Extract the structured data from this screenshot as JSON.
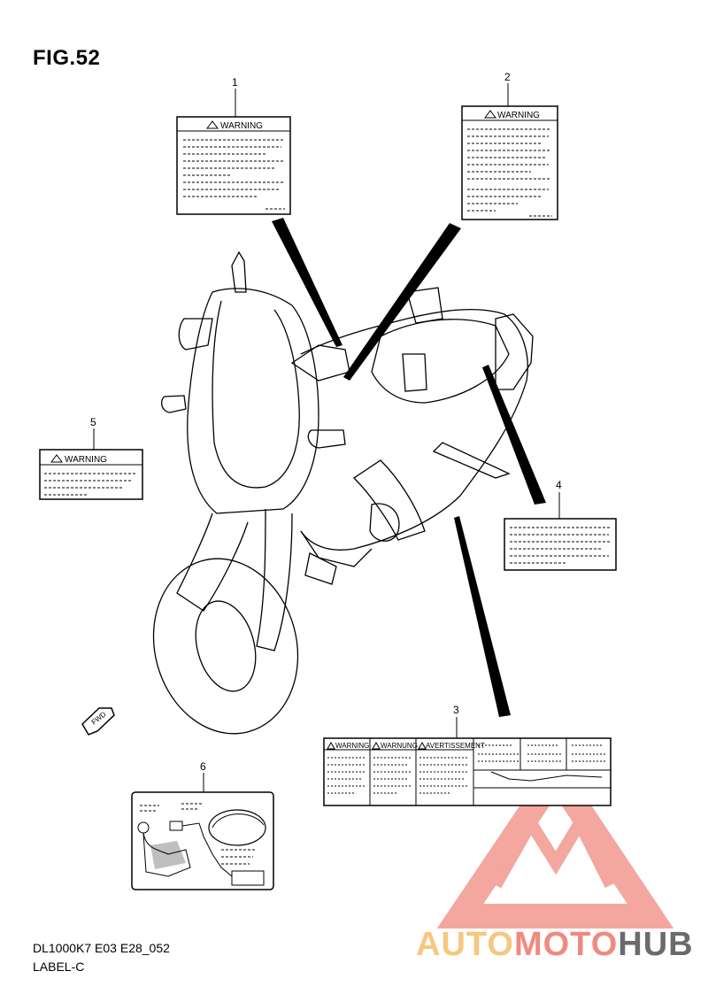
{
  "figure": {
    "title": "FIG.52",
    "model_code": "DL1000K7 E03 E28_052",
    "section": "LABEL-C"
  },
  "callouts": [
    "1",
    "2",
    "3",
    "4",
    "5",
    "6"
  ],
  "labels": {
    "warning": "WARNING",
    "warnung": "WARNUNG",
    "avertissement": "AVERTISSEMENT",
    "fwd": "FWD"
  },
  "watermark": {
    "part1": "AUTO",
    "part2": "MOTO",
    "part3": "HUB",
    "color1": "#f6c77e",
    "color2": "#f08a7e",
    "color3": "#6b6b6b"
  }
}
